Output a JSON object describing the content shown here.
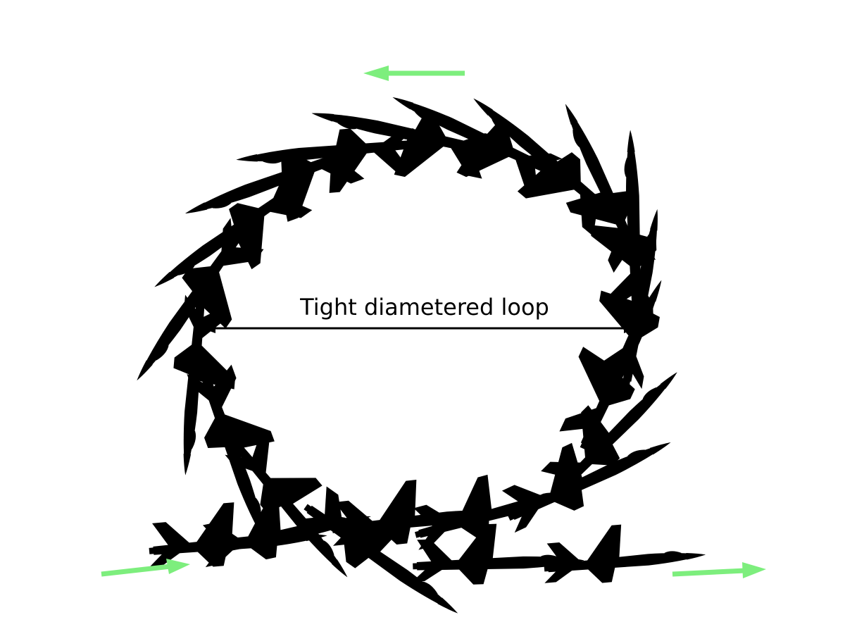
{
  "diagram": {
    "label": "Tight diametered loop",
    "colors": {
      "background": "#ffffff",
      "aircraft_body": "#ebc34f",
      "aircraft_outline": "#2b2416",
      "aircraft_radome": "#fdf6e6",
      "aircraft_band": "#8a7a40",
      "aircraft_ghost": "#f7e6c2",
      "ghost_outline": "#c9c1b2",
      "arrow_green": "#7dee7d",
      "measure_line": "#000000"
    },
    "icons": {
      "aircraft": "fighter-jet-silhouette",
      "direction": "green-direction-arrow",
      "measure": "double-headed-arrow"
    }
  }
}
